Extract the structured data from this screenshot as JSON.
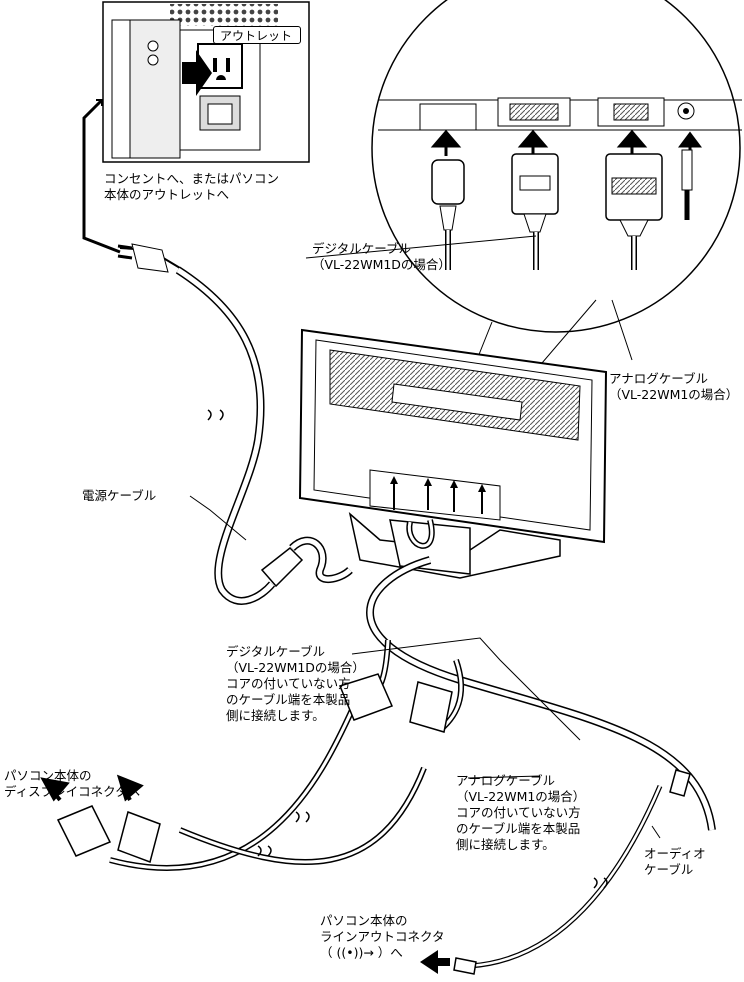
{
  "labels": {
    "outlet_tag": "アウトレット",
    "outlet_caption": [
      "コンセントへ、またはパソコン",
      "本体のアウトレットへ"
    ],
    "digital_top": [
      "デジタルケーブル",
      "（VL-22WM1Dの場合）"
    ],
    "analog_top": [
      "アナログケーブル",
      "（VL-22WM1の場合）"
    ],
    "power_cable": "電源ケーブル",
    "digital_bottom": [
      "デジタルケーブル",
      "（VL-22WM1Dの場合）",
      "コアの付いていない方",
      "のケーブル端を本製品",
      "側に接続します。"
    ],
    "pc_display": [
      "パソコン本体の",
      "ディスプレイコネクタへ"
    ],
    "analog_bottom": [
      "アナログケーブル",
      "（VL-22WM1の場合）",
      "コアの付いていない方",
      "のケーブル端を本製品",
      "側に接続します。"
    ],
    "audio_cable": [
      "オーディオ",
      "ケーブル"
    ],
    "pc_lineout": [
      "パソコン本体の",
      "ラインアウトコネクタ",
      "（ ((•))→ ）へ"
    ]
  }
}
